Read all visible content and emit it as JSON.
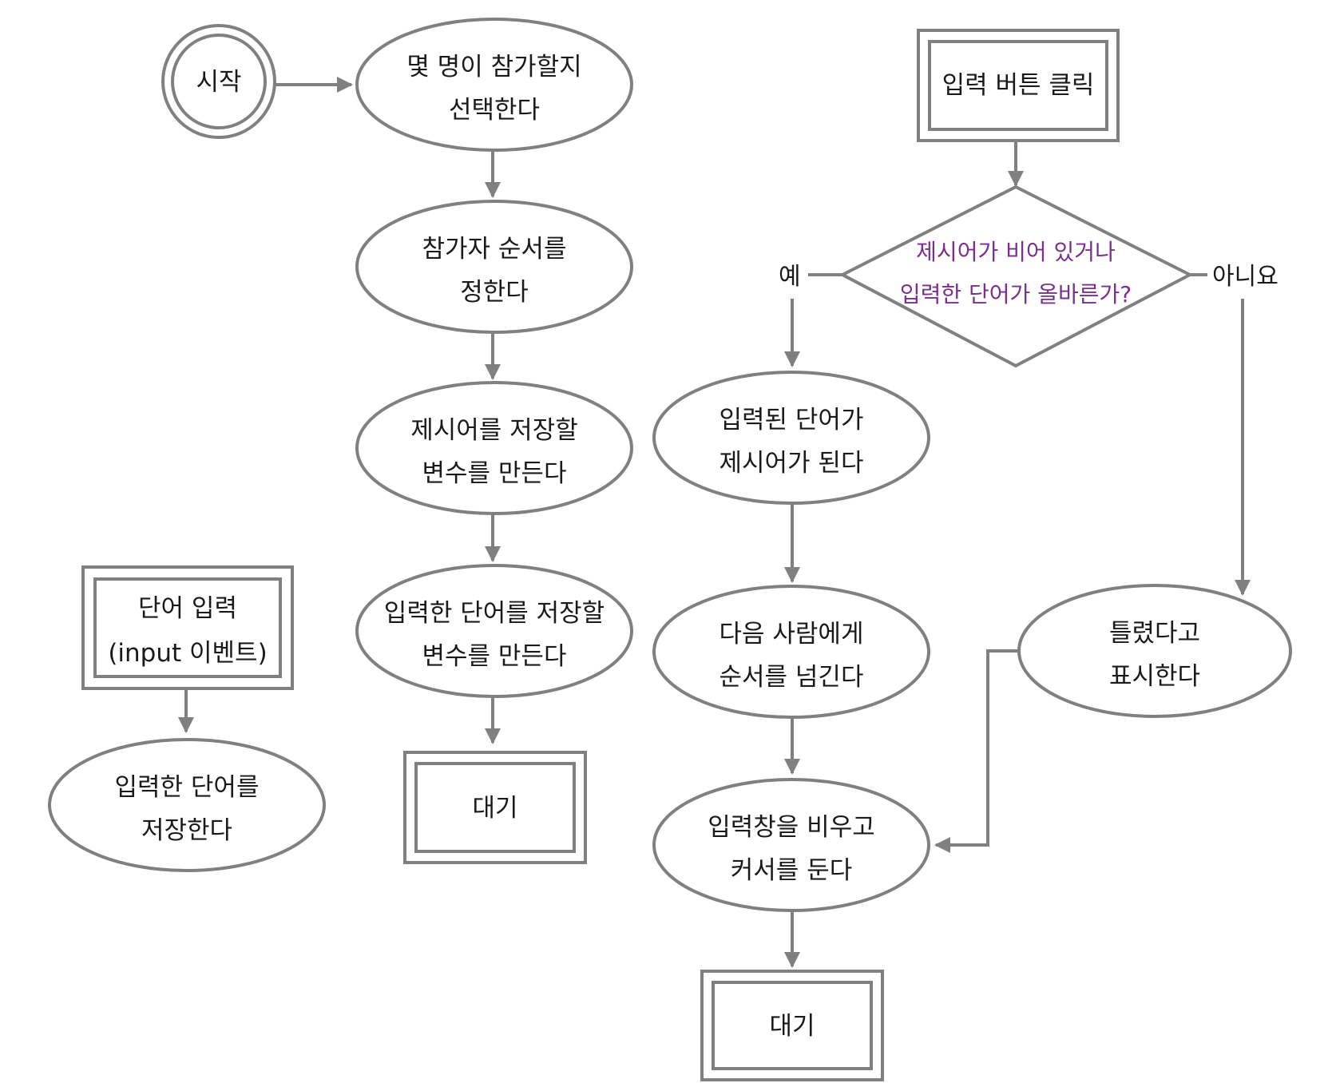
{
  "nodes": {
    "start": "시작",
    "select_count": [
      "몇 명이 참가할지",
      "선택한다"
    ],
    "order": [
      "참가자 순서를",
      "정한다"
    ],
    "seed_var": [
      "제시어를 저장할",
      "변수를 만든다"
    ],
    "input_var": [
      "입력한 단어를 저장할",
      "변수를 만든다"
    ],
    "wait_left": "대기",
    "word_input_event": [
      "단어 입력",
      "(input 이벤트)"
    ],
    "save_word": [
      "입력한 단어를",
      "저장한다"
    ],
    "click_event": "입력 버튼 클릭",
    "decision": [
      "제시어가 비어 있거나",
      "입력한 단어가 올바른가?"
    ],
    "yes_label": "예",
    "no_label": "아니요",
    "become_seed": [
      "입력된 단어가",
      "제시어가 된다"
    ],
    "next_person": [
      "다음 사람에게",
      "순서를 넘긴다"
    ],
    "wrong": [
      "틀렸다고",
      "표시한다"
    ],
    "clear_input": [
      "입력창을 비우고",
      "커서를 둔다"
    ],
    "wait_right": "대기"
  },
  "colors": {
    "stroke": "#808080",
    "text": "#1a1a1a",
    "decision_text": "#7b2f8f"
  }
}
